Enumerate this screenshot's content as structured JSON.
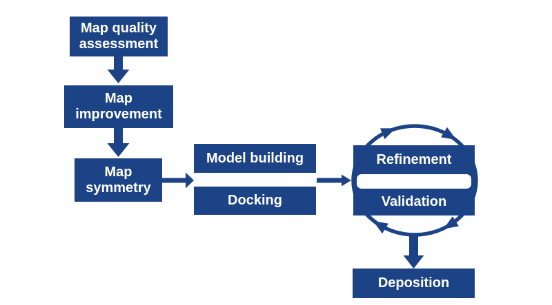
{
  "diagram": {
    "colors": {
      "accent": "#1C4385",
      "background": "#FFFFFF",
      "node_text": "#FFFFFF"
    },
    "nodes": {
      "map_quality": {
        "label": "Map quality\nassessment"
      },
      "map_improvement": {
        "label": "Map\nimprovement"
      },
      "map_symmetry": {
        "label": "Map\nsymmetry"
      },
      "model_building": {
        "label": "Model building"
      },
      "docking": {
        "label": "Docking"
      },
      "refinement": {
        "label": "Refinement"
      },
      "validation": {
        "label": "Validation"
      },
      "deposition": {
        "label": "Deposition"
      }
    },
    "connections": [
      {
        "from": "Map quality assessment",
        "to": "Map improvement",
        "type": "block-arrow-down"
      },
      {
        "from": "Map improvement",
        "to": "Map symmetry",
        "type": "block-arrow-down"
      },
      {
        "from": "Map symmetry",
        "to": "Model building / Docking",
        "type": "block-arrow-right"
      },
      {
        "from": "Model building / Docking",
        "to": "Refinement / Validation",
        "type": "block-arrow-right"
      },
      {
        "from": "Refinement",
        "to": "Validation",
        "type": "clockwise-cycle-ellipse",
        "arrowheads": 4
      },
      {
        "from": "Refinement / Validation cycle",
        "to": "Deposition",
        "type": "block-arrow-down"
      }
    ]
  }
}
